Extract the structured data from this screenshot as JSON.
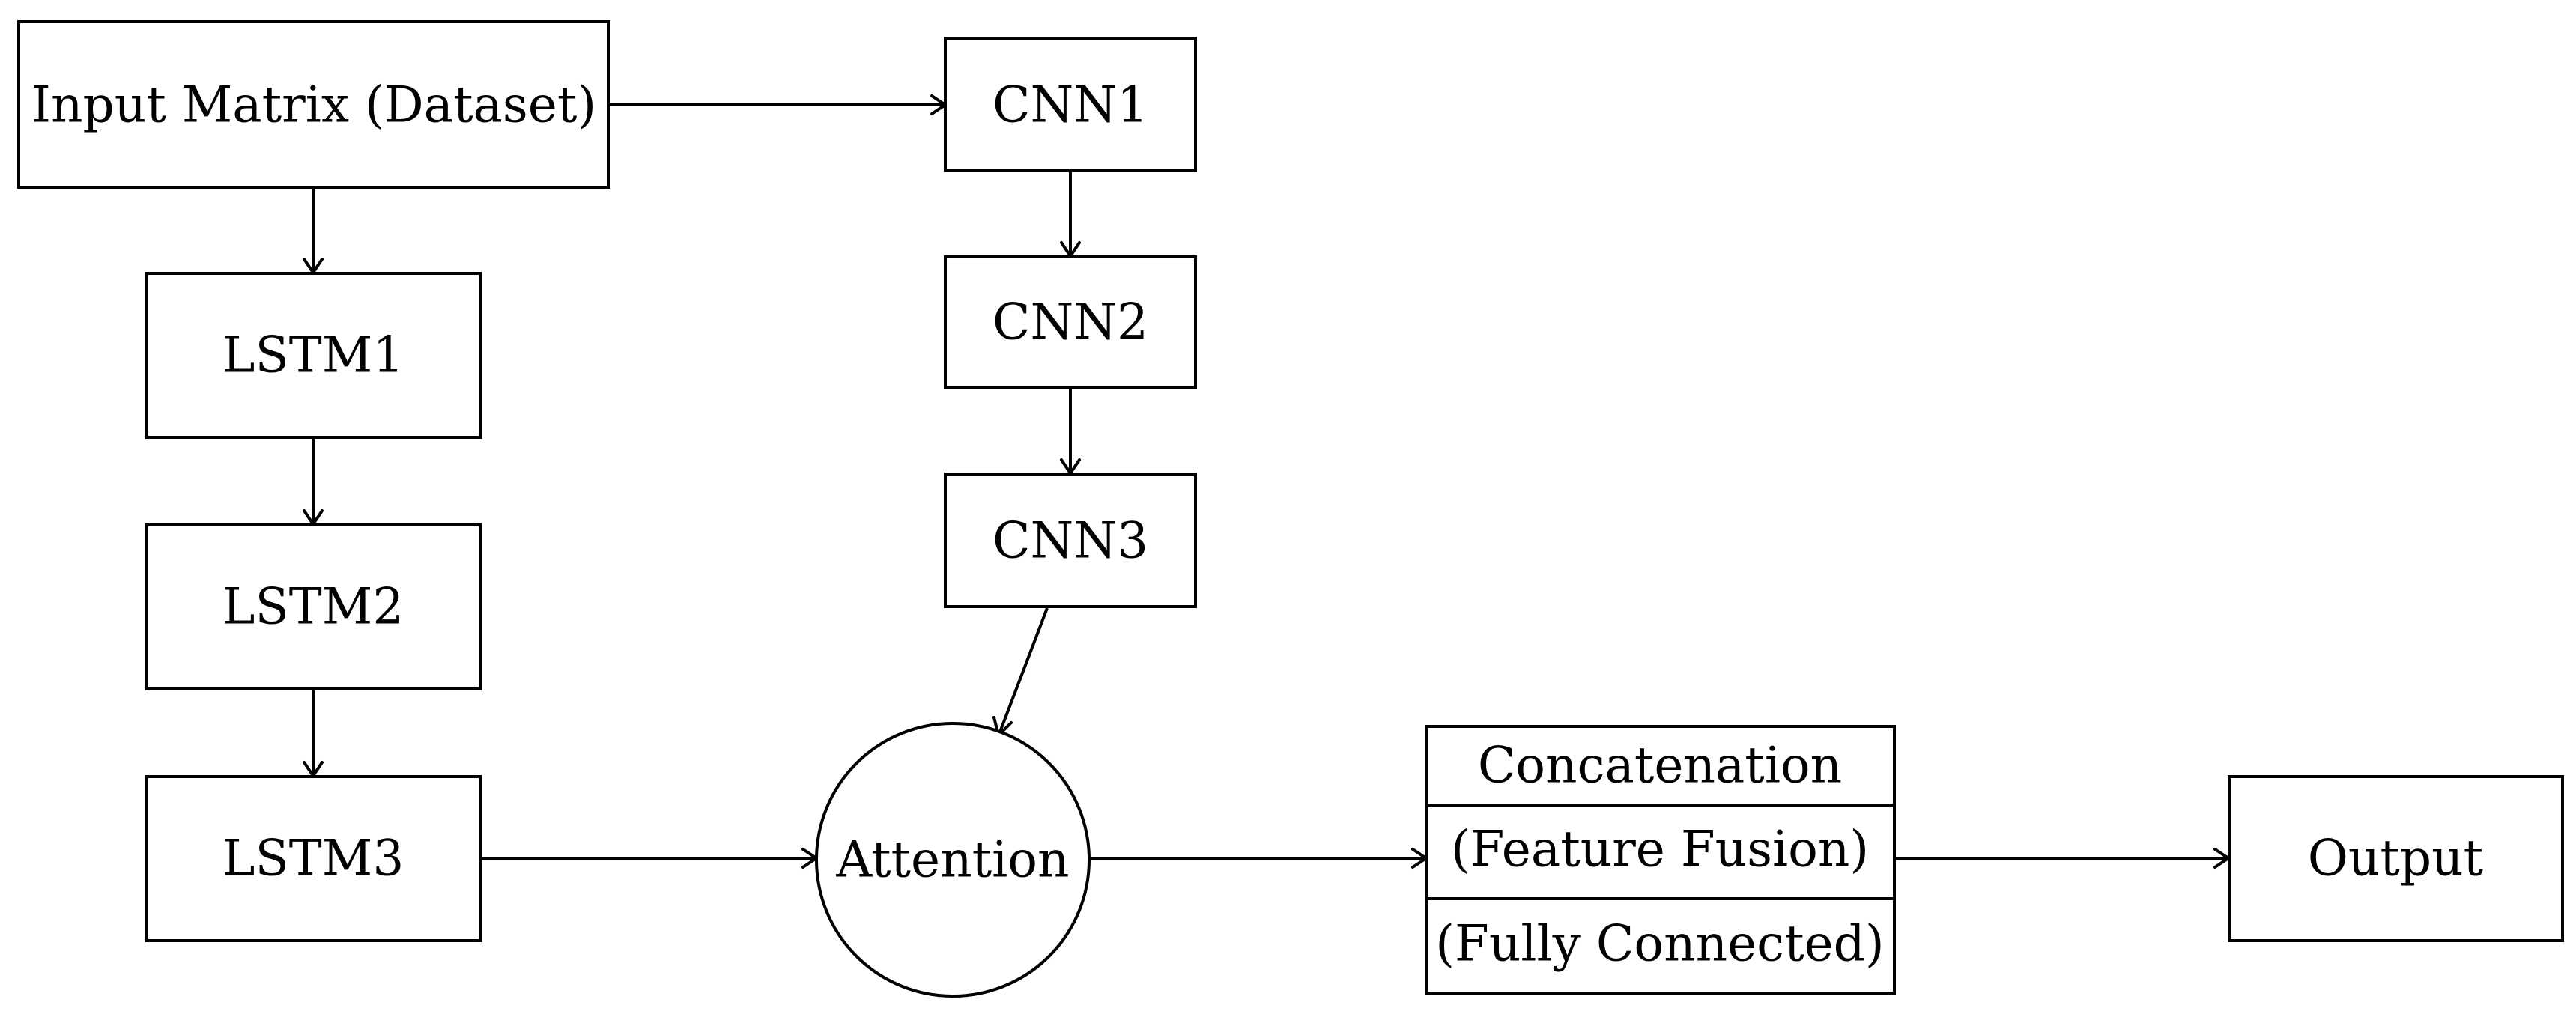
{
  "diagram": {
    "nodes": {
      "input": "Input Matrix (Dataset)",
      "lstm1": "LSTM1",
      "lstm2": "LSTM2",
      "lstm3": "LSTM3",
      "cnn1": "CNN1",
      "cnn2": "CNN2",
      "cnn3": "CNN3",
      "attention": "Attention",
      "concat": {
        "line1": "Concatenation",
        "line2": "(Feature Fusion)",
        "line3": "(Fully Connected)"
      },
      "output": "Output"
    },
    "edges": [
      {
        "from": "input",
        "to": "cnn1"
      },
      {
        "from": "input",
        "to": "lstm1"
      },
      {
        "from": "lstm1",
        "to": "lstm2"
      },
      {
        "from": "lstm2",
        "to": "lstm3"
      },
      {
        "from": "cnn1",
        "to": "cnn2"
      },
      {
        "from": "cnn2",
        "to": "cnn3"
      },
      {
        "from": "cnn3",
        "to": "attention"
      },
      {
        "from": "lstm3",
        "to": "attention"
      },
      {
        "from": "attention",
        "to": "concat"
      },
      {
        "from": "concat",
        "to": "output"
      }
    ],
    "colors": {
      "stroke": "#000000",
      "background": "#ffffff"
    }
  }
}
